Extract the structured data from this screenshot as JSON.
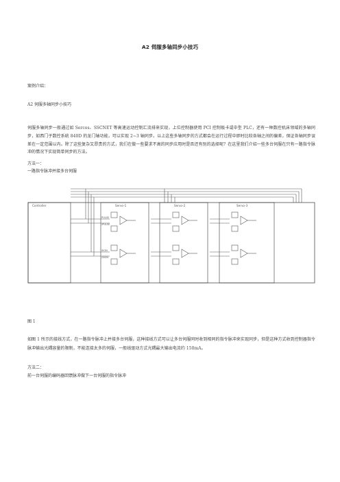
{
  "title": "A2 伺服多轴同步小技巧",
  "case_label": "案例介绍：",
  "case_title": "A2 伺服多轴同步小技巧",
  "intro": "伺服多轴同步一般通过如 Sercos、SSCNET 等高速运动控制汇流排来实现，上位控制器使用 PCI 控制板卡或中型 PLC，还有一种数控机床领域的多轴同步，如西门子数控系统 840D 的龙门轴功能，可以实现 2~3 轴同步。以上这些多轴同步的方式都会在运行过程中即时比较各轴之间的偏差，保证各轴同步误差在一定范围以内。除了这些复杂又昂贵的方式，我们在做一些要求不高的同步应用时是否还有别的选择呢？在这里我们介绍一些多台伺服在只有一路指令脉冲的情况下实现简单同步的方法。",
  "method1_label": "方法一：",
  "method1_desc": "一路指令脉冲并接多台伺服",
  "diagram": {
    "controller_label": "Controller",
    "servo_labels": [
      "Servo-1",
      "Servo-2",
      "Servo-3"
    ],
    "pin_labels": [
      "PULSE",
      "/PULSE",
      "SIGN",
      "/SIGN"
    ]
  },
  "figure_label": "图 1",
  "figure_desc": "如图 1 所示的接线方式，在一路指令脉冲上并接多台伺服，这种接线方式可以让多台伺服同时收到相同的指令脉冲来实现同步，但是这种方式收到控制器指令脉冲输出光耦容量的限制，不能连接太多的伺服，一般线驱动方式光耦最大输出电流约 150mA。",
  "method2_label": "方法二：",
  "method2_desc": "前一台伺服的编码器回馈脉冲做下一台伺服的指令脉冲"
}
